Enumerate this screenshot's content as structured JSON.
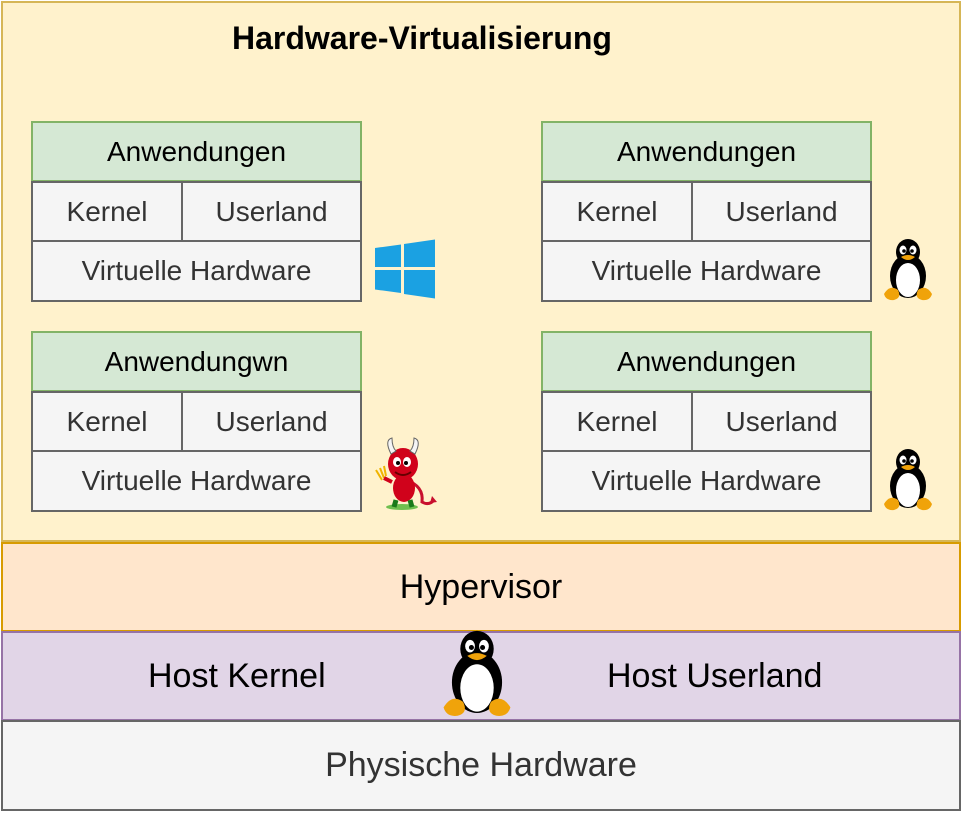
{
  "title": "Hardware-Virtualisierung",
  "vms": [
    {
      "apps": "Anwendungen",
      "kernel": "Kernel",
      "userland": "Userland",
      "hw": "Virtuelle Hardware",
      "os_icon": "windows-logo-icon"
    },
    {
      "apps": "Anwendungen",
      "kernel": "Kernel",
      "userland": "Userland",
      "hw": "Virtuelle Hardware",
      "os_icon": "linux-tux-icon"
    },
    {
      "apps": "Anwendungwn",
      "kernel": "Kernel",
      "userland": "Userland",
      "hw": "Virtuelle Hardware",
      "os_icon": "freebsd-daemon-icon"
    },
    {
      "apps": "Anwendungen",
      "kernel": "Kernel",
      "userland": "Userland",
      "hw": "Virtuelle Hardware",
      "os_icon": "linux-tux-icon"
    }
  ],
  "hypervisor": "Hypervisor",
  "host_kernel": "Host Kernel",
  "host_userland": "Host Userland",
  "host_icon": "linux-tux-icon",
  "physical_hardware": "Physische Hardware",
  "colors": {
    "container_fill": "#fff2cc",
    "container_stroke": "#d6b656",
    "apps_fill": "#d5e8d4",
    "apps_stroke": "#82b366",
    "cell_fill": "#f5f5f5",
    "cell_stroke": "#666666",
    "hypervisor_fill": "#ffe6cc",
    "hypervisor_stroke": "#d79b00",
    "host_fill": "#e1d5e7",
    "host_stroke": "#9673a6"
  }
}
